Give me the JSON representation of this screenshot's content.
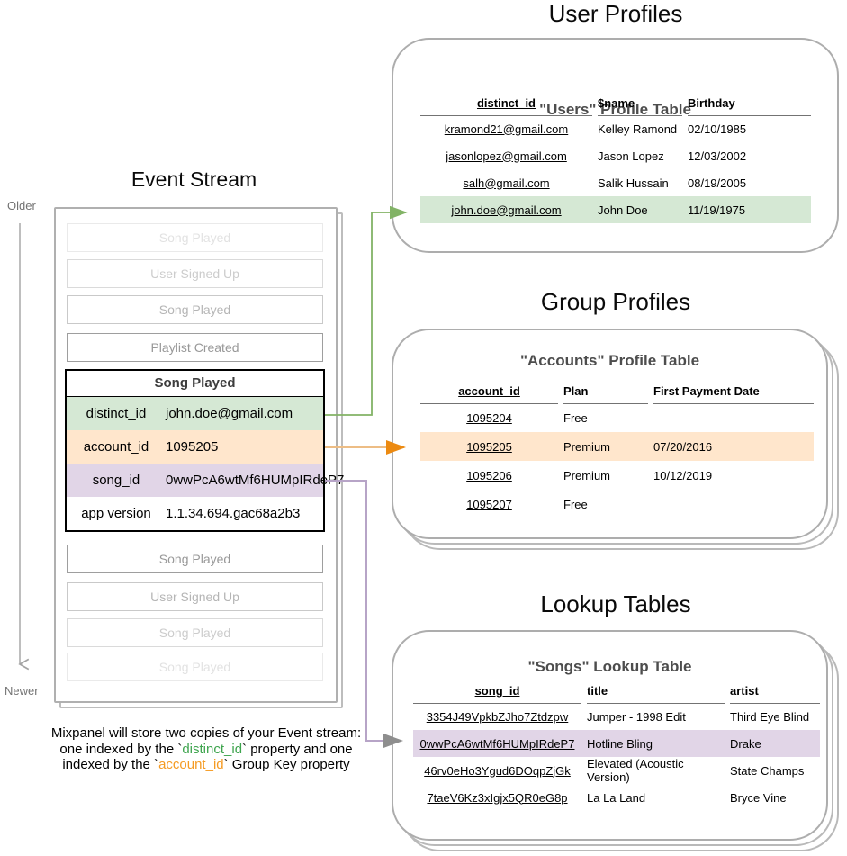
{
  "colors": {
    "green_highlight": "#d5e8d4",
    "orange_highlight": "#ffe6cc",
    "purple_highlight": "#e1d5e7",
    "green_arrow": "#82b366",
    "orange_arrow": "#ec8a11",
    "purple_arrow_line": "#b7a4c7",
    "caption_green": "#3da44d",
    "caption_orange": "#f59b23"
  },
  "event_stream": {
    "title": "Event Stream",
    "older_label": "Older",
    "newer_label": "Newer",
    "events_above": [
      "Song Played",
      "User Signed Up",
      "Song Played",
      "Playlist Created"
    ],
    "expanded_event": {
      "title": "Song Played",
      "properties": [
        {
          "key": "distinct_id",
          "value": "john.doe@gmail.com"
        },
        {
          "key": "account_id",
          "value": "1095205"
        },
        {
          "key": "song_id",
          "value": "0wwPcA6wtMf6HUMpIRdeP7"
        },
        {
          "key": "app version",
          "value": "1.1.34.694.gac68a2b3"
        }
      ]
    },
    "events_below": [
      "Song Played",
      "User Signed Up",
      "Song Played",
      "Song Played"
    ]
  },
  "caption": {
    "line1": "Mixpanel will store two copies of your Event stream:",
    "line2_pre": "one indexed by the `",
    "line2_code": "distinct_id",
    "line2_post": "` property and one",
    "line3_pre": "indexed by the `",
    "line3_code": "account_id",
    "line3_post": "` Group Key property"
  },
  "user_profiles": {
    "section_title": "User Profiles",
    "table_title": "\"Users\" Profile Table",
    "headers": [
      "distinct_id",
      "$name",
      "Birthday"
    ],
    "rows": [
      [
        "kramond21@gmail.com",
        "Kelley Ramond",
        "02/10/1985"
      ],
      [
        "jasonlopez@gmail.com",
        "Jason Lopez",
        "12/03/2002"
      ],
      [
        "salh@gmail.com",
        "Salik Hussain",
        "08/19/2005"
      ],
      [
        "john.doe@gmail.com",
        "John Doe",
        "11/19/1975"
      ]
    ]
  },
  "group_profiles": {
    "section_title": "Group Profiles",
    "table_title": "\"Accounts\" Profile Table",
    "headers": [
      "account_id",
      "Plan",
      "First Payment Date"
    ],
    "rows": [
      [
        "1095204",
        "Free",
        ""
      ],
      [
        "1095205",
        "Premium",
        "07/20/2016"
      ],
      [
        "1095206",
        "Premium",
        "10/12/2019"
      ],
      [
        "1095207",
        "Free",
        ""
      ]
    ]
  },
  "lookup_tables": {
    "section_title": "Lookup Tables",
    "table_title": "\"Songs\" Lookup Table",
    "headers": [
      "song_id",
      "title",
      "artist"
    ],
    "rows": [
      [
        "3354J49VpkbZJho7Ztdzpw",
        "Jumper - 1998 Edit",
        "Third Eye Blind"
      ],
      [
        "0wwPcA6wtMf6HUMpIRdeP7",
        "Hotline Bling",
        "Drake"
      ],
      [
        "46rv0eHo3Ygud6DOqpZjGk",
        "Elevated (Acoustic Version)",
        "State Champs"
      ],
      [
        "7taeV6Kz3xIgjx5QR0eG8p",
        "La La Land",
        "Bryce Vine"
      ]
    ]
  }
}
